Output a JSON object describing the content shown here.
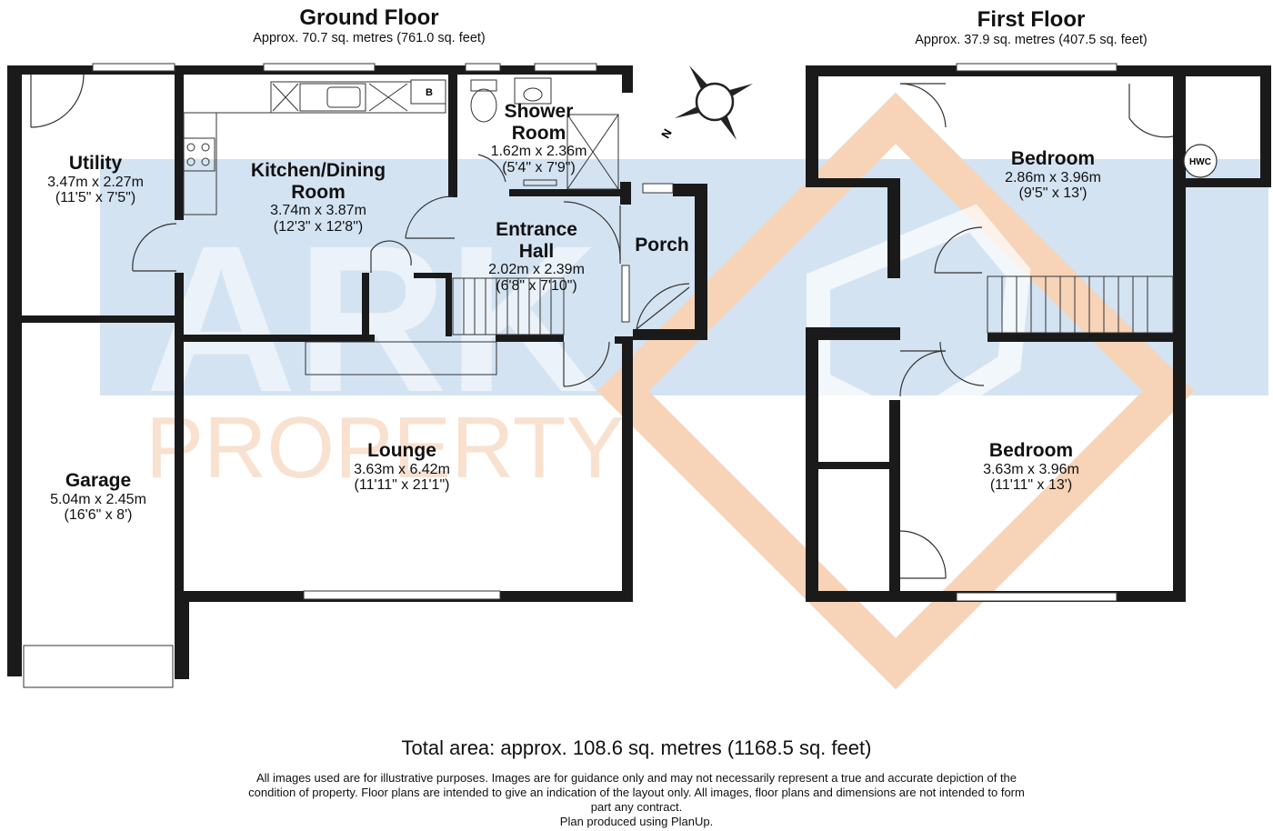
{
  "ground_floor": {
    "title": "Ground Floor",
    "area": "Approx. 70.7 sq. metres (761.0 sq. feet)",
    "rooms": {
      "utility": {
        "name": "Utility",
        "metric": "3.47m x 2.27m",
        "imperial": "(11'5\" x 7'5\")"
      },
      "kitchen": {
        "name": "Kitchen/Dining",
        "name2": "Room",
        "metric": "3.74m x 3.87m",
        "imperial": "(12'3\" x 12'8\")"
      },
      "shower": {
        "name": "Shower",
        "name2": "Room",
        "metric": "1.62m x 2.36m",
        "imperial": "(5'4\" x 7'9\")"
      },
      "hall": {
        "name": "Entrance",
        "name2": "Hall",
        "metric": "2.02m x 2.39m",
        "imperial": "(6'8\" x 7'10\")"
      },
      "porch": {
        "name": "Porch"
      },
      "lounge": {
        "name": "Lounge",
        "metric": "3.63m x 6.42m",
        "imperial": "(11'11\" x 21'1\")"
      },
      "garage": {
        "name": "Garage",
        "metric": "5.04m x 2.45m",
        "imperial": "(16'6\" x 8')"
      }
    },
    "boiler_label": "B"
  },
  "first_floor": {
    "title": "First Floor",
    "area": "Approx. 37.9 sq. metres (407.5 sq. feet)",
    "rooms": {
      "bedroom1": {
        "name": "Bedroom",
        "metric": "2.86m x 3.96m",
        "imperial": "(9'5\" x 13')"
      },
      "bedroom2": {
        "name": "Bedroom",
        "metric": "3.63m x 3.96m",
        "imperial": "(11'11\" x 13')"
      }
    },
    "cylinder_label": "HWC"
  },
  "compass_label": "N",
  "watermark": {
    "line1": "ARK",
    "line2": "PROPERTY"
  },
  "colors": {
    "wall": "#1a1a1a",
    "watermark_blue": "#cfe0f0",
    "watermark_orange": "#f7d9c2"
  },
  "total_area": "Total area: approx. 108.6 sq. metres (1168.5 sq. feet)",
  "disclaimer": [
    "All images used are for illustrative purposes. Images are for guidance only and may not necessarily represent a true and accurate depiction of the",
    "condition of property. Floor plans are intended to give an indication of the layout only. All images, floor plans and dimensions are not intended to form",
    "part any contract.",
    "Plan produced using PlanUp."
  ]
}
